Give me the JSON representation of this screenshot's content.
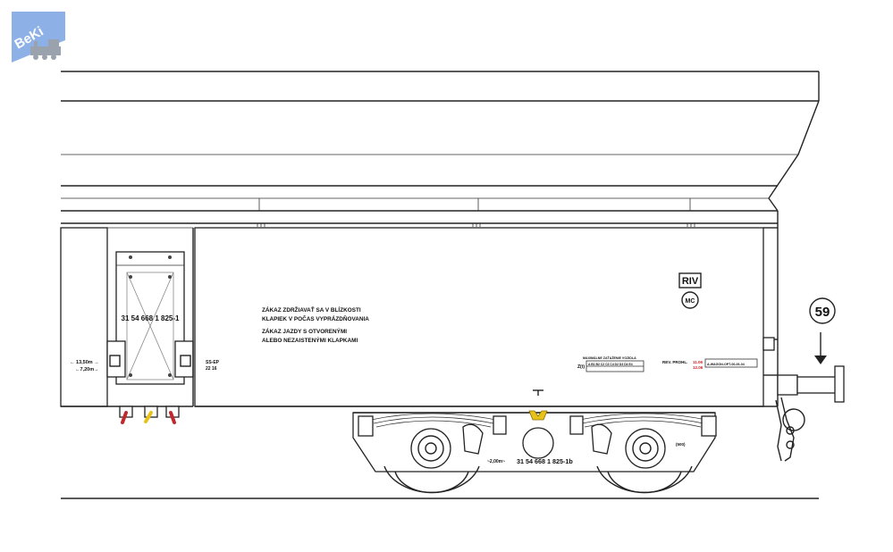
{
  "logo": {
    "text": "BeKi",
    "color": "#8db1e6"
  },
  "hopper_wagon": {
    "panel_number": "31 54 668 1 825-1",
    "bogie_number": "31 54 668 1 825-1b",
    "warning_lines": [
      "ZÁKAZ ZDRŽIAVAŤ SA V BLÍZKOSTI",
      "KLAPIEK V POČAS VYPRÁZDŇOVANIA",
      "ZÁKAZ JAZDY S OTVORENÝMI",
      "ALEBO NEZAISTENÝMI KLAPKAMI"
    ],
    "dim_left_1": "← 13,50m →",
    "dim_left_2": "←7,20m→",
    "brake_mark_1": "SS-EP",
    "brake_mark_2": "22 16",
    "riv_mark": "RIV",
    "mc_mark": "MC",
    "load_table_header": "MAXIMÁLNE ZAŤAŽENIE VOZIDLA",
    "load_table_prefix": "Z(t)",
    "load_table_cells": "A B1 B2 C2 C3 C4 D2 D3 D4 E4",
    "right_mark_1": "REV. PROHL.",
    "right_mark_red_1": "11.06",
    "right_mark_red_2": "12.06",
    "right_box": "A-WAGON-OPT-06-06-04",
    "bogie_dim": "~2,00m~",
    "small_label": "(500)",
    "circle_number": "59"
  },
  "colors": {
    "line": "#222222",
    "handle_red": "#c0282d",
    "handle_yellow": "#e6c21a",
    "red_text": "#d22222"
  }
}
